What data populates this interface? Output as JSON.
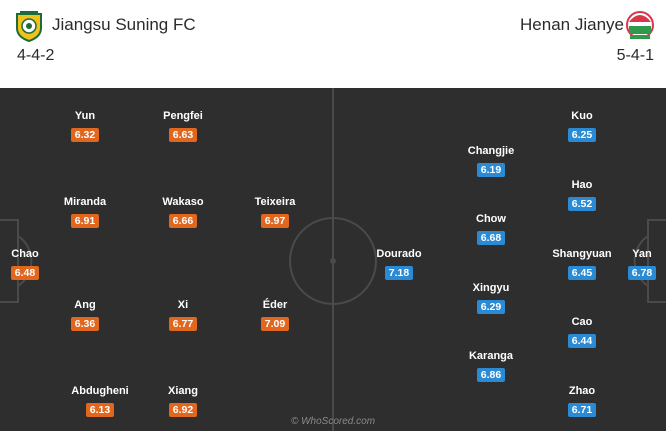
{
  "home": {
    "name": "Jiangsu Suning FC",
    "formation": "4-4-2",
    "crest_icon": "jiangsu-suning-crest-icon",
    "color": "#e1661e",
    "players": [
      {
        "name": "Yun",
        "rating": "6.32"
      },
      {
        "name": "Pengfei",
        "rating": "6.63"
      },
      {
        "name": "Miranda",
        "rating": "6.91"
      },
      {
        "name": "Wakaso",
        "rating": "6.66"
      },
      {
        "name": "Teixeira",
        "rating": "6.97"
      },
      {
        "name": "Chao",
        "rating": "6.48"
      },
      {
        "name": "Ang",
        "rating": "6.36"
      },
      {
        "name": "Xi",
        "rating": "6.77"
      },
      {
        "name": "Éder",
        "rating": "7.09"
      },
      {
        "name": "Abdugheni",
        "rating": "6.13"
      },
      {
        "name": "Xiang",
        "rating": "6.92"
      }
    ]
  },
  "away": {
    "name": "Henan Jianye",
    "formation": "5-4-1",
    "crest_icon": "henan-jianye-crest-icon",
    "color": "#2a8bd4",
    "players": [
      {
        "name": "Kuo",
        "rating": "6.25"
      },
      {
        "name": "Changjie",
        "rating": "6.19"
      },
      {
        "name": "Hao",
        "rating": "6.52"
      },
      {
        "name": "Chow",
        "rating": "6.68"
      },
      {
        "name": "Dourado",
        "rating": "7.18"
      },
      {
        "name": "Shangyuan",
        "rating": "6.45"
      },
      {
        "name": "Yan",
        "rating": "6.78"
      },
      {
        "name": "Xingyu",
        "rating": "6.29"
      },
      {
        "name": "Cao",
        "rating": "6.44"
      },
      {
        "name": "Karanga",
        "rating": "6.86"
      },
      {
        "name": "Zhao",
        "rating": "6.71"
      }
    ]
  },
  "pitch": {
    "background": "#2e2e2e",
    "line_color": "#4a4a4a"
  },
  "watermark": "© WhoScored.com"
}
